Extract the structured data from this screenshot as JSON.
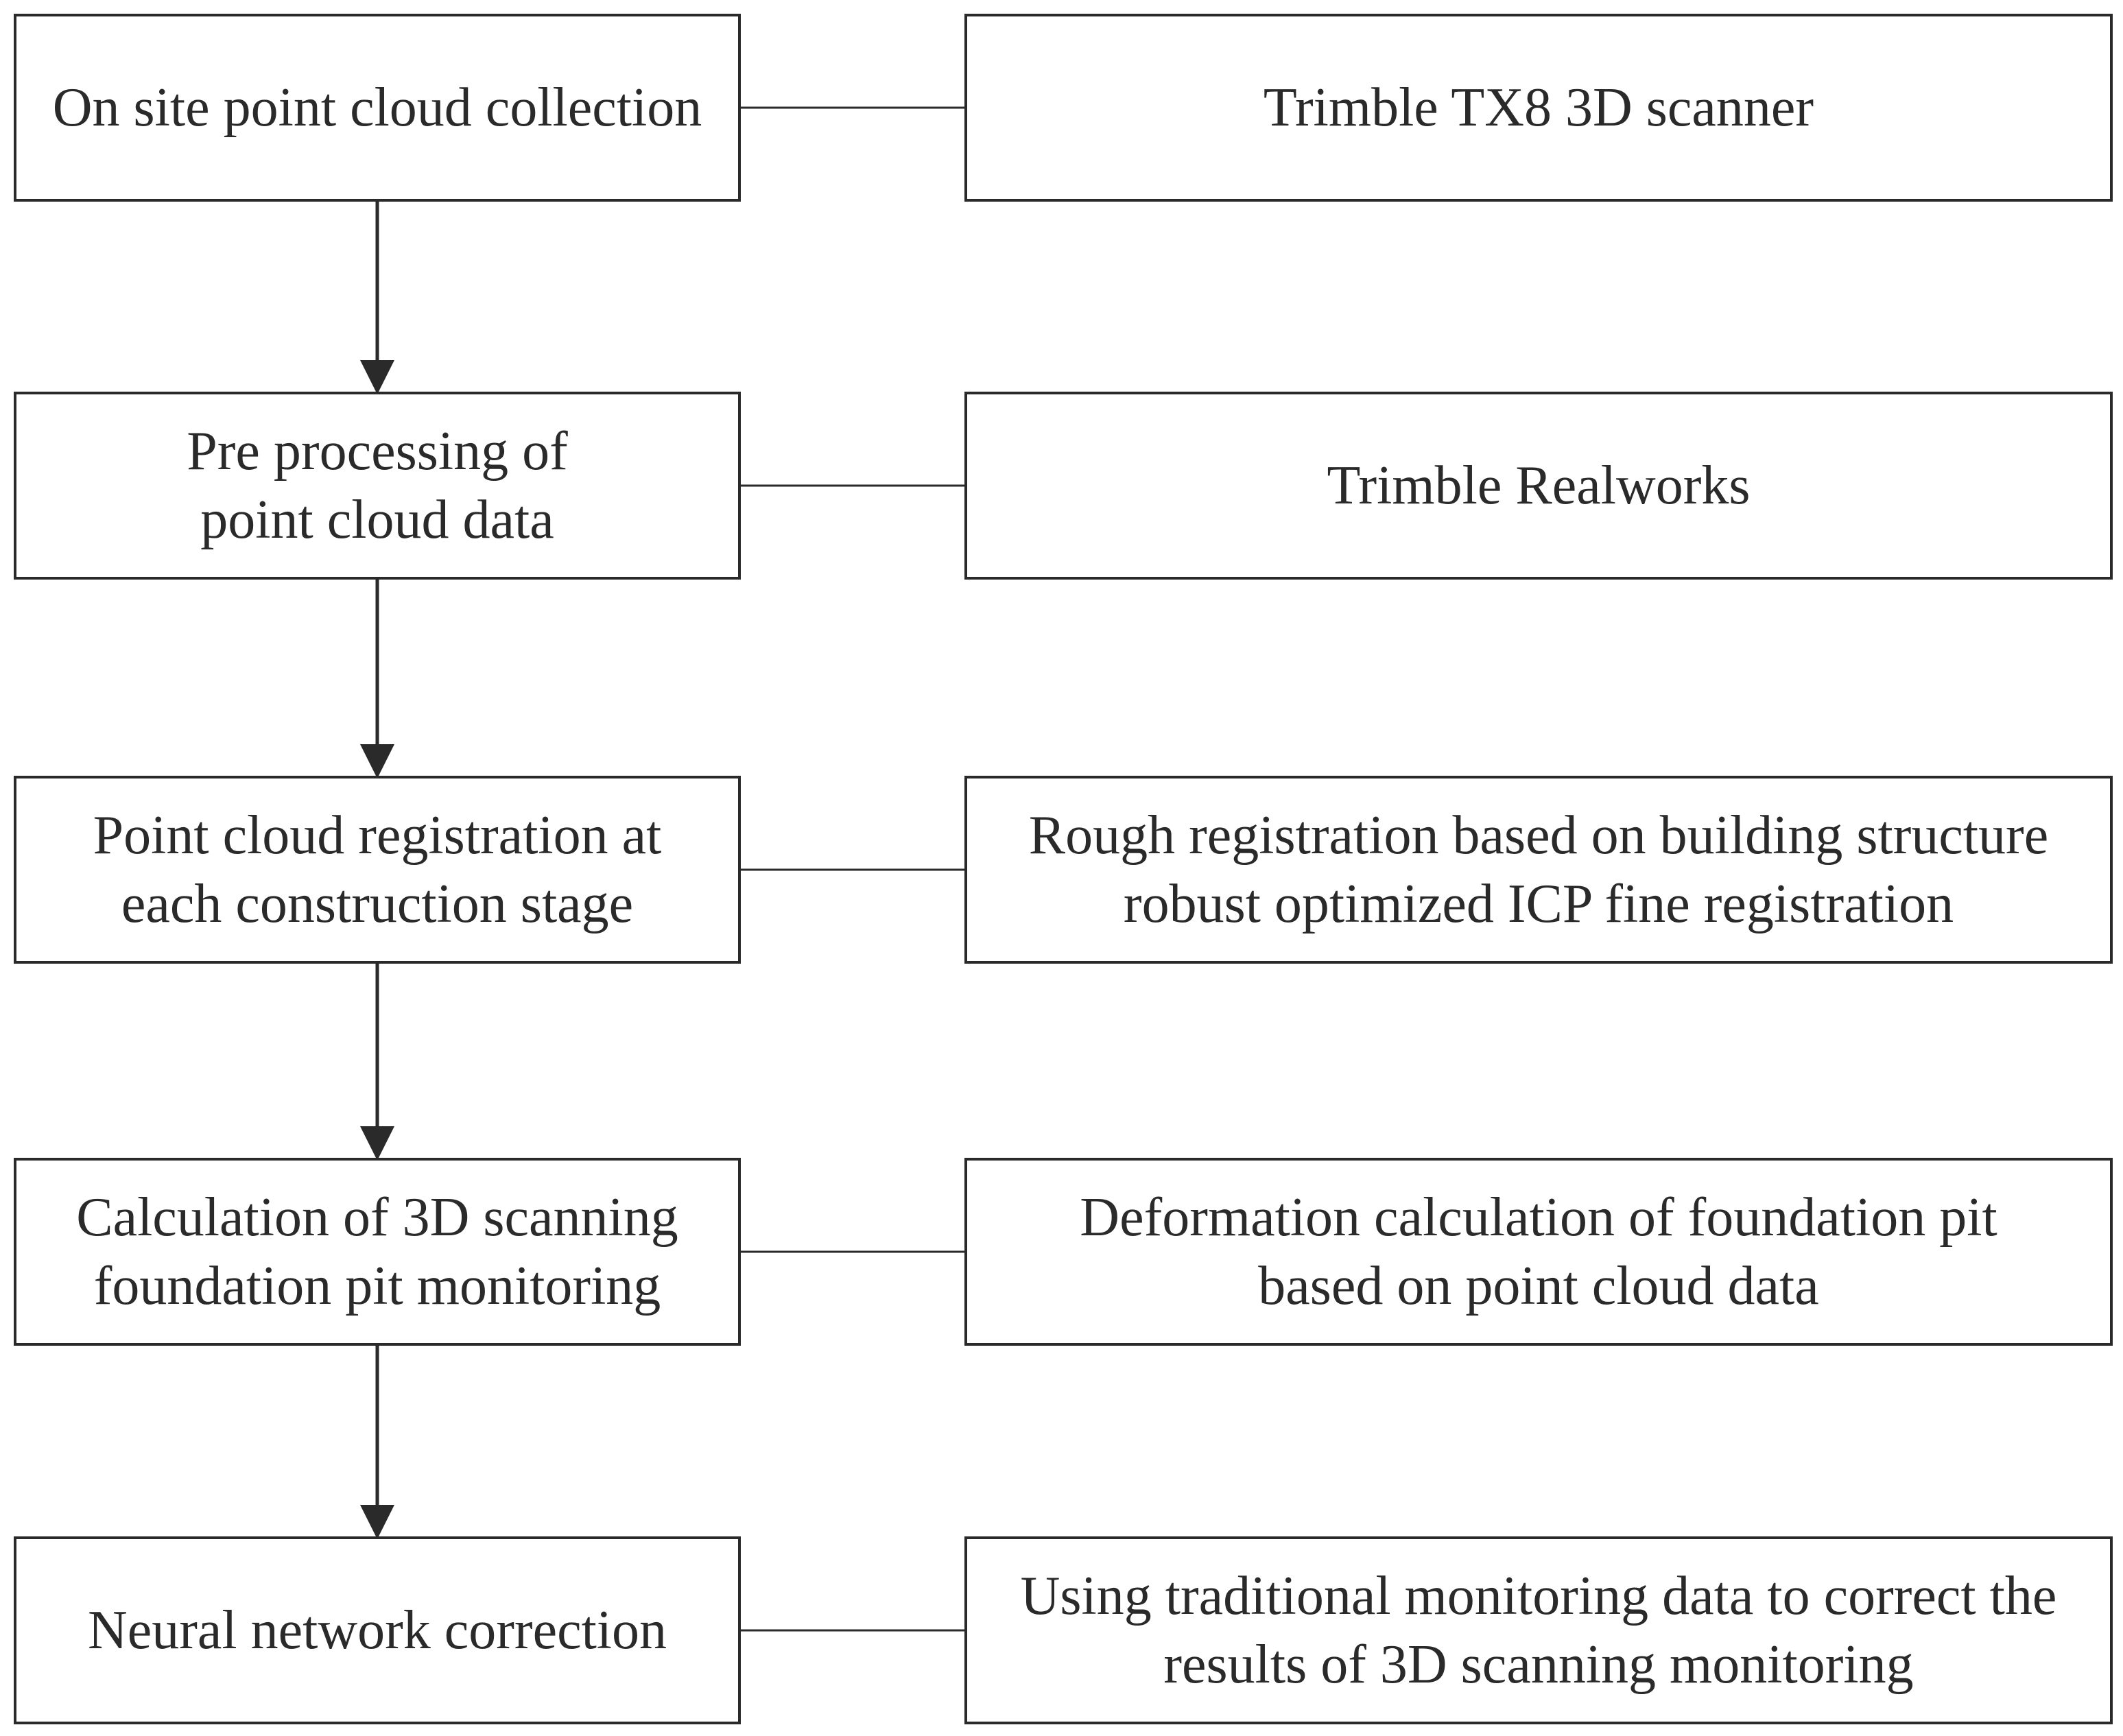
{
  "diagram": {
    "steps": [
      {
        "label": "On site point cloud collection",
        "detail": "Trimble TX8 3D scanner"
      },
      {
        "label": "Pre processing of\npoint cloud data",
        "detail": "Trimble Realworks"
      },
      {
        "label": "Point cloud registration at\neach construction stage",
        "detail": "Rough registration based on building structure\nrobust optimized ICP fine registration"
      },
      {
        "label": "Calculation of 3D scanning\nfoundation pit monitoring",
        "detail": "Deformation calculation of foundation pit\nbased on point cloud data"
      },
      {
        "label": "Neural network correction",
        "detail": "Using traditional monitoring data to correct the\nresults of 3D scanning monitoring"
      }
    ],
    "colors": {
      "line": "#2a2a2a",
      "text": "#2a2a2a",
      "background": "#ffffff"
    }
  }
}
